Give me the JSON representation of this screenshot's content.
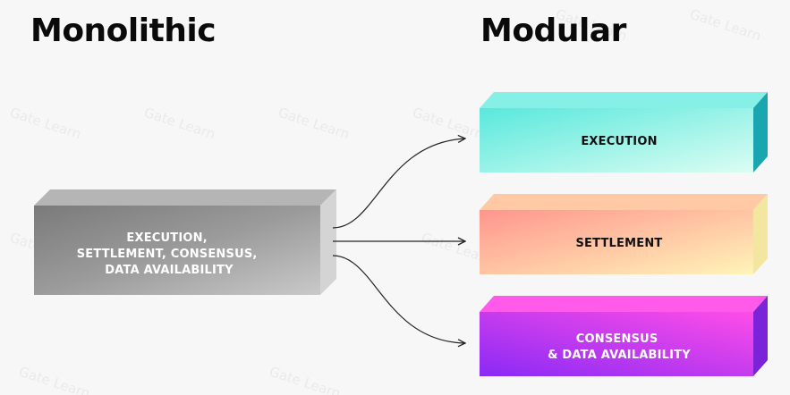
{
  "headings": {
    "monolithic": "Monolithic",
    "modular": "Modular"
  },
  "watermark": "Gate Learn",
  "monolithic_block": {
    "lines": [
      "EXECUTION,",
      "SETTLEMENT, CONSENSUS,",
      "DATA AVAILABILITY"
    ],
    "color": "#8c8c8c"
  },
  "modular_blocks": [
    {
      "lines": [
        "EXECUTION"
      ],
      "colors": [
        "#59e8dc",
        "#d8fdf3"
      ]
    },
    {
      "lines": [
        "SETTLEMENT"
      ],
      "colors": [
        "#ff9f94",
        "#fff3b8"
      ]
    },
    {
      "lines": [
        "CONSENSUS",
        "& DATA AVAILABILITY"
      ],
      "colors": [
        "#8a2af5",
        "#ff4de8"
      ]
    }
  ]
}
